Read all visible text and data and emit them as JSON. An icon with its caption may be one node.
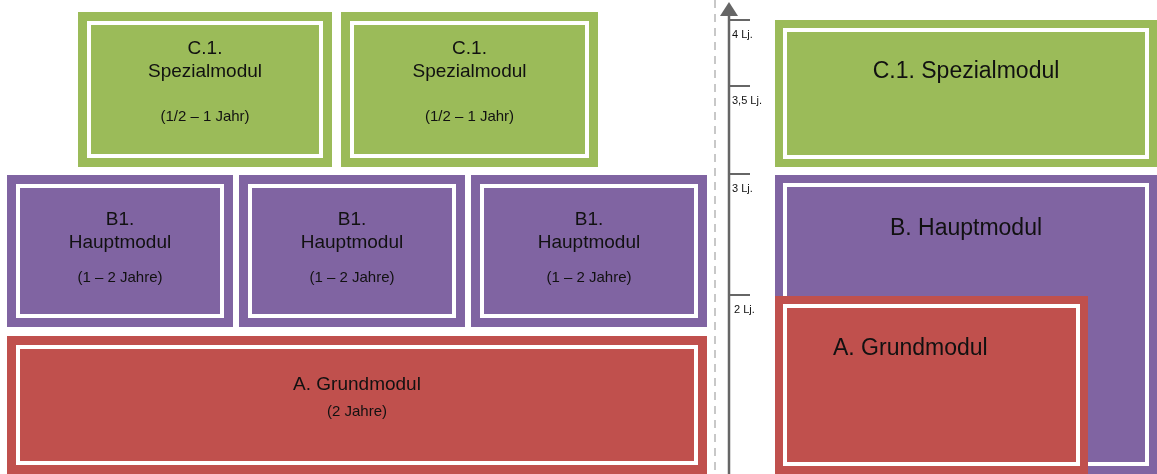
{
  "diagram": {
    "nodes": [
      {
        "text": [
          "C.1. Spezialmodul",
          "(1/2 – 1 Jahr)"
        ]
      },
      {
        "text": [
          "C.1. Spezialmodul",
          "(1/2 – 1 Jahr)"
        ]
      },
      {
        "text": [
          "B1. Hauptmodul",
          "(1 – 2 Jahre)"
        ]
      },
      {
        "text": [
          "B1. Hauptmodul",
          "(1 – 2 Jahre)"
        ]
      },
      {
        "text": [
          "B1. Hauptmodul",
          "(1 – 2 Jahre)"
        ]
      },
      {
        "text": [
          "A. Grundmodul",
          "(2 Jahre)"
        ]
      },
      {
        "text": [
          "C.1. Spezialmodul"
        ]
      },
      {
        "text": [
          "B. Hauptmodul"
        ]
      },
      {
        "text": [
          "A. Grundmodul"
        ],
        "in": 7
      }
    ],
    "labels": [
      "4 Lj.",
      "3,5 Lj.",
      "3 Lj.",
      "2 Lj."
    ]
  }
}
